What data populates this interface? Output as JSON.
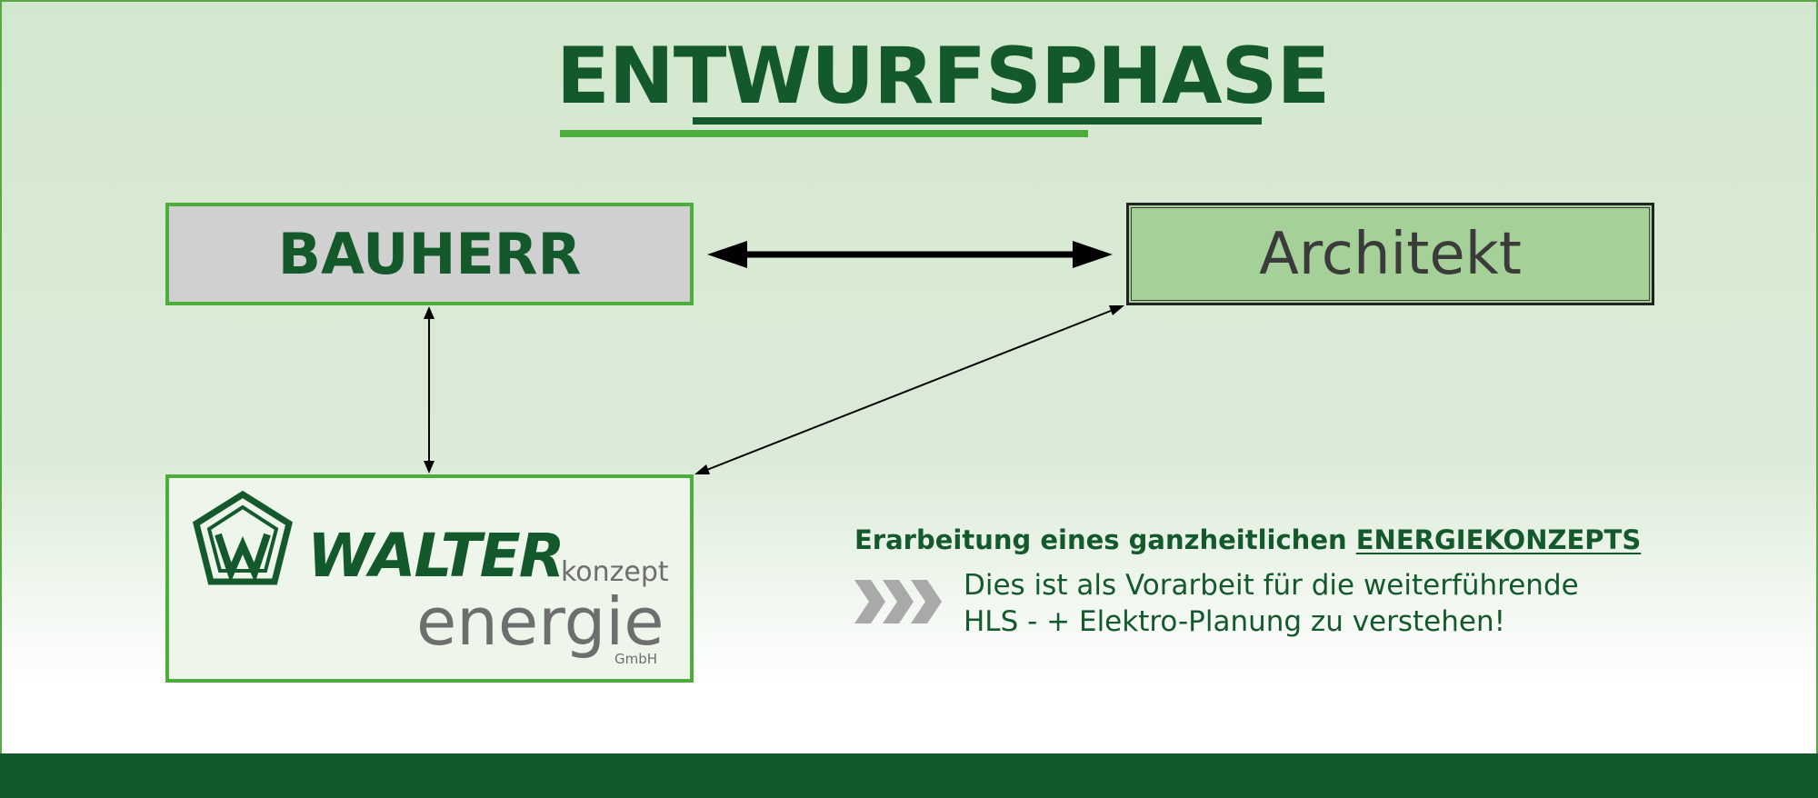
{
  "title": "ENTWURFSPHASE",
  "nodes": {
    "bauherr": "BAUHERR",
    "architekt": "Architekt"
  },
  "logo": {
    "brand": "WALTER",
    "sub": "konzept",
    "main": "energie",
    "legal": "GmbH"
  },
  "info": {
    "heading_prefix": "Erarbeitung eines ganzheitlichen ",
    "heading_emphasis": "ENERGIEKONZEPTS",
    "line1": "Dies ist als Vorarbeit für die weiterführende",
    "line2": "HLS - + Elektro-Planung zu verstehen!"
  },
  "colors": {
    "dark_green": "#13592b",
    "light_green": "#4cad3c",
    "architekt_fill": "#a5d198",
    "bauherr_fill": "#d0d0d0",
    "chevron_gray": "#a9a9a9"
  },
  "icons": [
    "walter-logo-icon",
    "chevron-arrows-icon"
  ]
}
